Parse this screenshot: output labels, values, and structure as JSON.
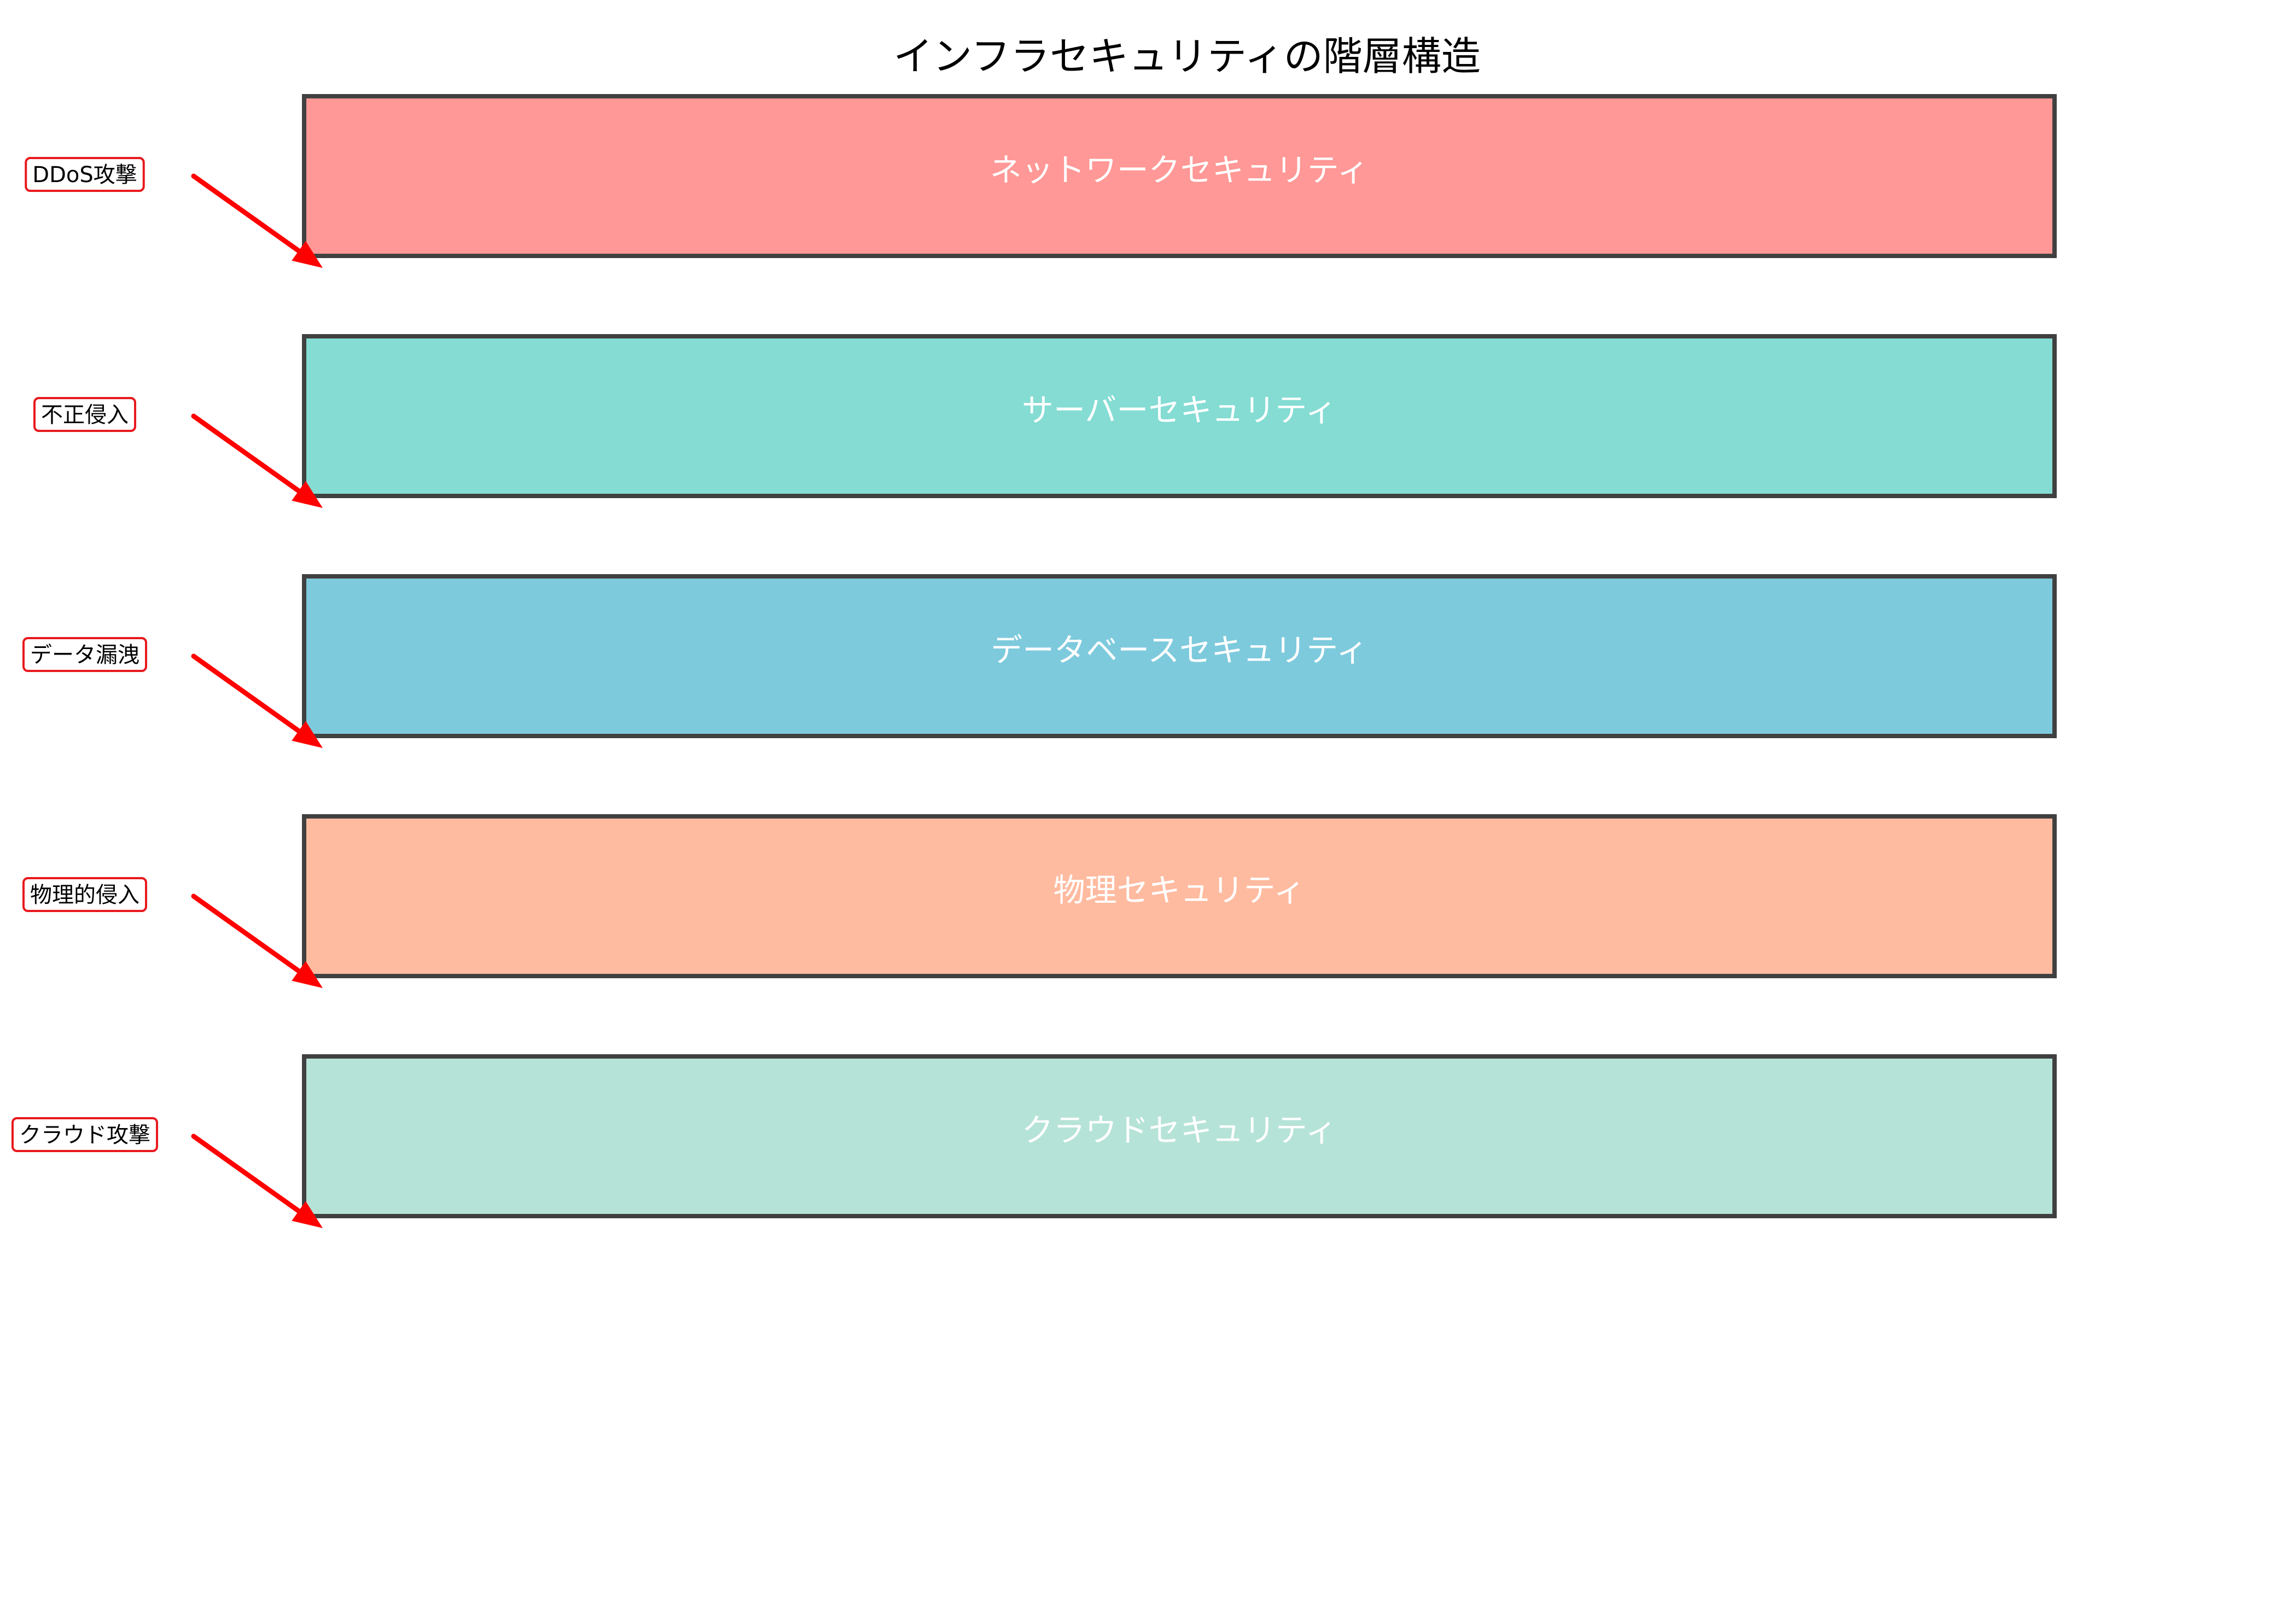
{
  "title": "インフラセキュリティの階層構造",
  "layers": [
    {
      "label": "ネットワークセキュリティ",
      "color": "#ff9896",
      "threat": "DDoS攻撃"
    },
    {
      "label": "サーバーセキュリティ",
      "color": "#84dcd3",
      "threat": "不正侵入"
    },
    {
      "label": "データベースセキュリティ",
      "color": "#7ecadd",
      "threat": "データ漏洩"
    },
    {
      "label": "物理セキュリティ",
      "color": "#ffbba0",
      "threat": "物理的侵入"
    },
    {
      "label": "クラウドセキュリティ",
      "color": "#b6e3d7",
      "threat": "クラウド攻撃"
    }
  ],
  "colors": {
    "border": "#404040",
    "arrow": "#ff0000",
    "threat_border": "#e8191d",
    "layer_text": "#ffffff"
  }
}
